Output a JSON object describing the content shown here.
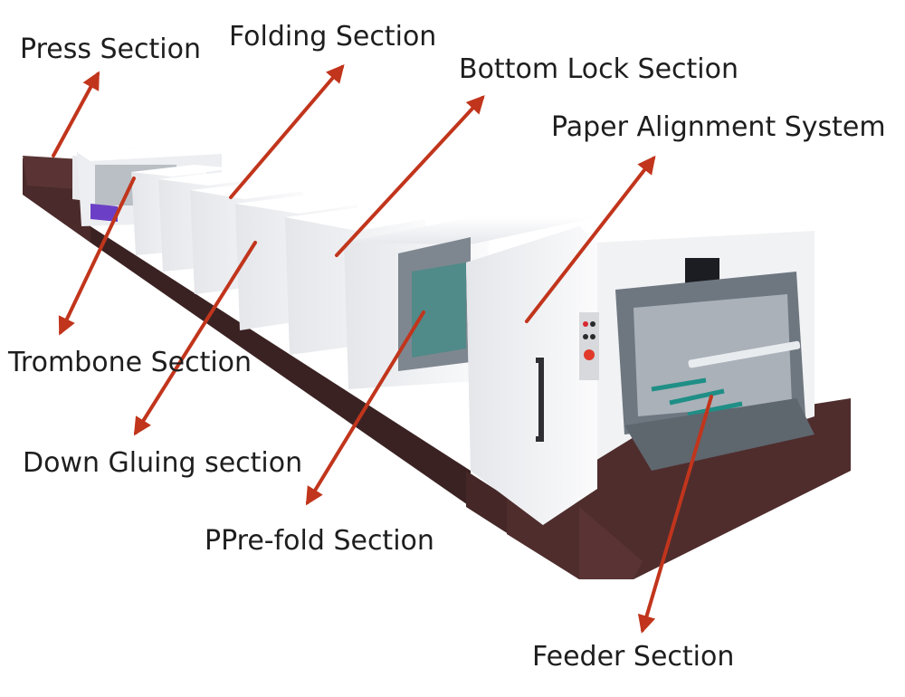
{
  "labels": {
    "press": "Press Section",
    "folding": "Folding Section",
    "bottom_lock": "Bottom Lock Section",
    "paper_alignment": "Paper Alignment System",
    "trombone": "Trombone  Section",
    "down_gluing": "Down Gluing section",
    "prefold": "PPre-fold Section",
    "feeder": "Feeder Section"
  },
  "colors": {
    "arrow": "#c1351c",
    "machine_white": "#f2f3f5",
    "machine_shadow": "#d9dbe0",
    "base_brown": "#4a2a2a",
    "accent_purple": "#6b3fc6",
    "belt_teal": "#1f8f86",
    "text": "#1e1e1e"
  }
}
